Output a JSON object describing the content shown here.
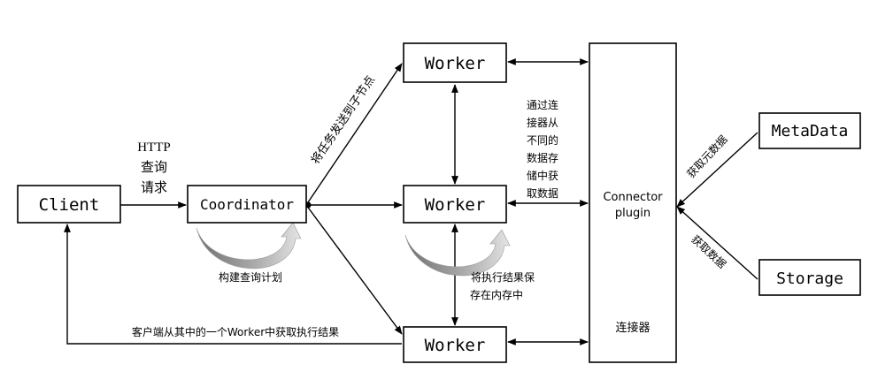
{
  "nodes": {
    "client": "Client",
    "coordinator": "Coordinator",
    "worker_top": "Worker",
    "worker_mid": "Worker",
    "worker_bot": "Worker",
    "connector_line1": "Connector",
    "connector_line2": "plugin",
    "connector_cn": "连接器",
    "metadata": "MetaData",
    "storage": "Storage"
  },
  "labels": {
    "http_1": "HTTP",
    "http_2": "查询",
    "http_3": "请求",
    "dispatch": "将任务发送到子节点",
    "plan": "构建查询计划",
    "connector_fetch_1": "通过连",
    "connector_fetch_2": "接器从",
    "connector_fetch_3": "不同的",
    "connector_fetch_4": "数据存",
    "connector_fetch_5": "储中获",
    "connector_fetch_6": "取数据",
    "save_1": "将执行结果保",
    "save_2": "存在内存中",
    "client_fetch": "客户端从其中的一个Worker中获取执行结果",
    "get_meta": "获取元数据",
    "get_data": "获取数据"
  },
  "colors": {
    "stroke": "#000000",
    "curved_arrow_dark": "#7f7f7f",
    "curved_arrow_light": "#d0d0d0"
  }
}
